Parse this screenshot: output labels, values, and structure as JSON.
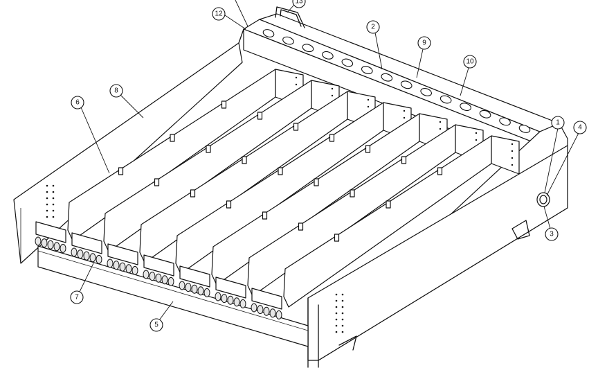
{
  "callouts": [
    {
      "id": "c1",
      "label": "1"
    },
    {
      "id": "c2",
      "label": "2"
    },
    {
      "id": "c3",
      "label": "3"
    },
    {
      "id": "c4",
      "label": "4"
    },
    {
      "id": "c5",
      "label": "5"
    },
    {
      "id": "c6",
      "label": "6"
    },
    {
      "id": "c7",
      "label": "7"
    },
    {
      "id": "c8",
      "label": "8"
    },
    {
      "id": "c9",
      "label": "9"
    },
    {
      "id": "c10",
      "label": "10"
    },
    {
      "id": "c12",
      "label": "12"
    },
    {
      "id": "c13",
      "label": "13"
    }
  ]
}
